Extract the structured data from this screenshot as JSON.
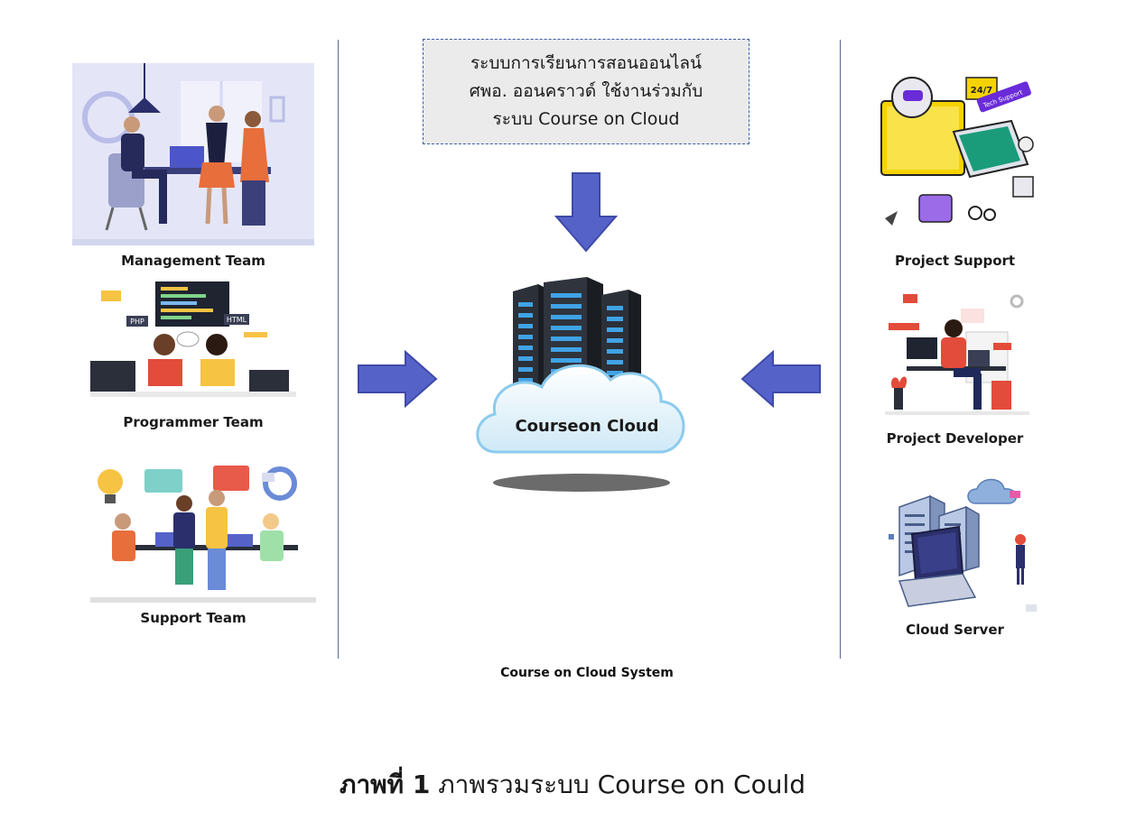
{
  "left_teams": [
    {
      "label": "Management Team",
      "icon": "meeting-illustration"
    },
    {
      "label": "Programmer Team",
      "icon": "programmers-illustration"
    },
    {
      "label": "Support Team",
      "icon": "support-team-illustration"
    }
  ],
  "right_services": [
    {
      "label": "Project Support",
      "icon": "tech-support-illustration",
      "badge": "24/7",
      "badge2": "Tech Support"
    },
    {
      "label": "Project Developer",
      "icon": "developer-illustration"
    },
    {
      "label": "Cloud Server",
      "icon": "cloud-server-illustration"
    }
  ],
  "center": {
    "box_lines": [
      "ระบบการเรียนการสอนออนไลน์",
      "ศพอ. ออนคราวด์ ใช้งานร่วมกับ",
      "ระบบ Course on Cloud"
    ],
    "cloud_label": "Courseon Cloud",
    "system_label": "Course on Cloud System"
  },
  "code_tags": {
    "php": "PHP",
    "html": "HTML"
  },
  "caption": {
    "prefix": "ภาพที่ 1",
    "text": "ภาพรวมระบบ Course on Could"
  },
  "colors": {
    "arrow": "#5563c9",
    "divider": "#5a6b8c",
    "box_border": "#3d5fa8",
    "box_bg": "#ebebeb"
  }
}
